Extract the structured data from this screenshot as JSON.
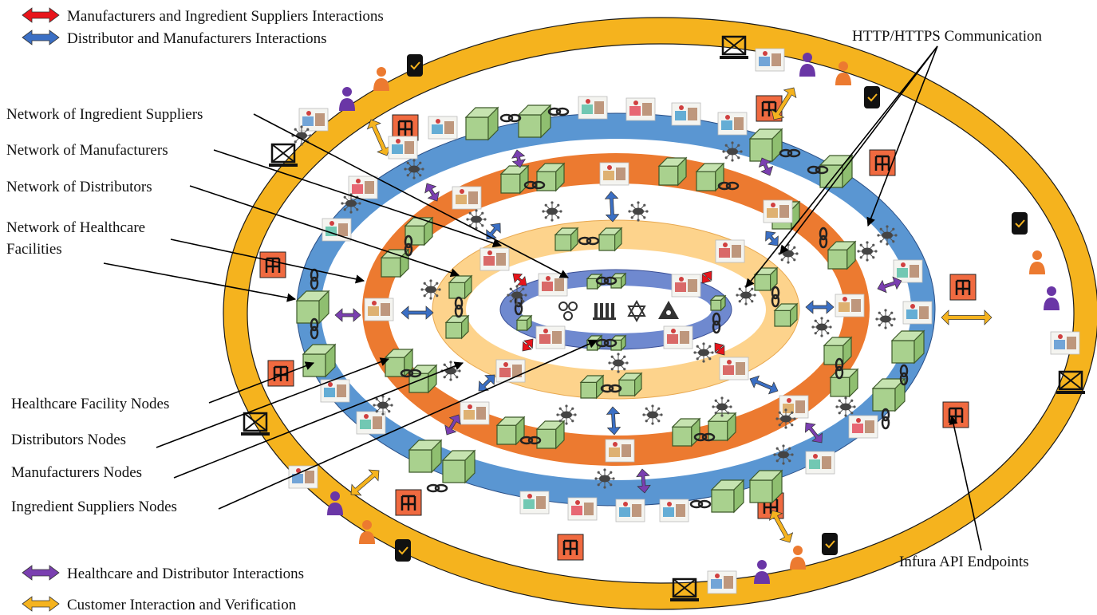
{
  "legend_top": [
    {
      "label": "Manufacturers and Ingredient Suppliers Interactions",
      "color": "#e8141b"
    },
    {
      "label": "Distributor and Manufacturers Interactions",
      "color": "#3b6fc4"
    }
  ],
  "legend_bottom": [
    {
      "label": "Healthcare and Distributor Interactions",
      "color": "#7a3fb0"
    },
    {
      "label": "Customer Interaction and Verification",
      "color": "#f5b31e"
    }
  ],
  "labels_left": {
    "ingredient_suppliers_network": "Network of Ingredient Suppliers",
    "manufacturers_network": "Network of Manufacturers",
    "distributors_network": "Network of Distributors",
    "healthcare_network_line1": "Network of Healthcare",
    "healthcare_network_line2": "Facilities",
    "healthcare_nodes": "Healthcare Facility Nodes",
    "distributors_nodes": "Distributors Nodes",
    "manufacturers_nodes": "Manufacturers Nodes",
    "ingredient_nodes": "Ingredient Suppliers Nodes"
  },
  "labels_right": {
    "http": "HTTP/HTTPS Communication",
    "infura": "Infura API Endpoints"
  },
  "colors": {
    "outer_ring": "#f5b31e",
    "healthcare_ring": "#5a96d2",
    "distributor_ring": "#ec7a30",
    "manufacturer_ring": "#fdd38c",
    "supplier_ring": "#6f89cf",
    "node_cube": "#a9d18e",
    "node_outline": "#3e5a2a"
  },
  "icons": [
    "chain-link-icon",
    "cloud-network-icon",
    "cube-node-icon",
    "factory-icon",
    "truck-icon",
    "hospital-icon",
    "medical-kit-icon",
    "customer-icon",
    "baby-icon",
    "smartwatch-icon",
    "api-endpoint-icon",
    "laptop-icon"
  ]
}
